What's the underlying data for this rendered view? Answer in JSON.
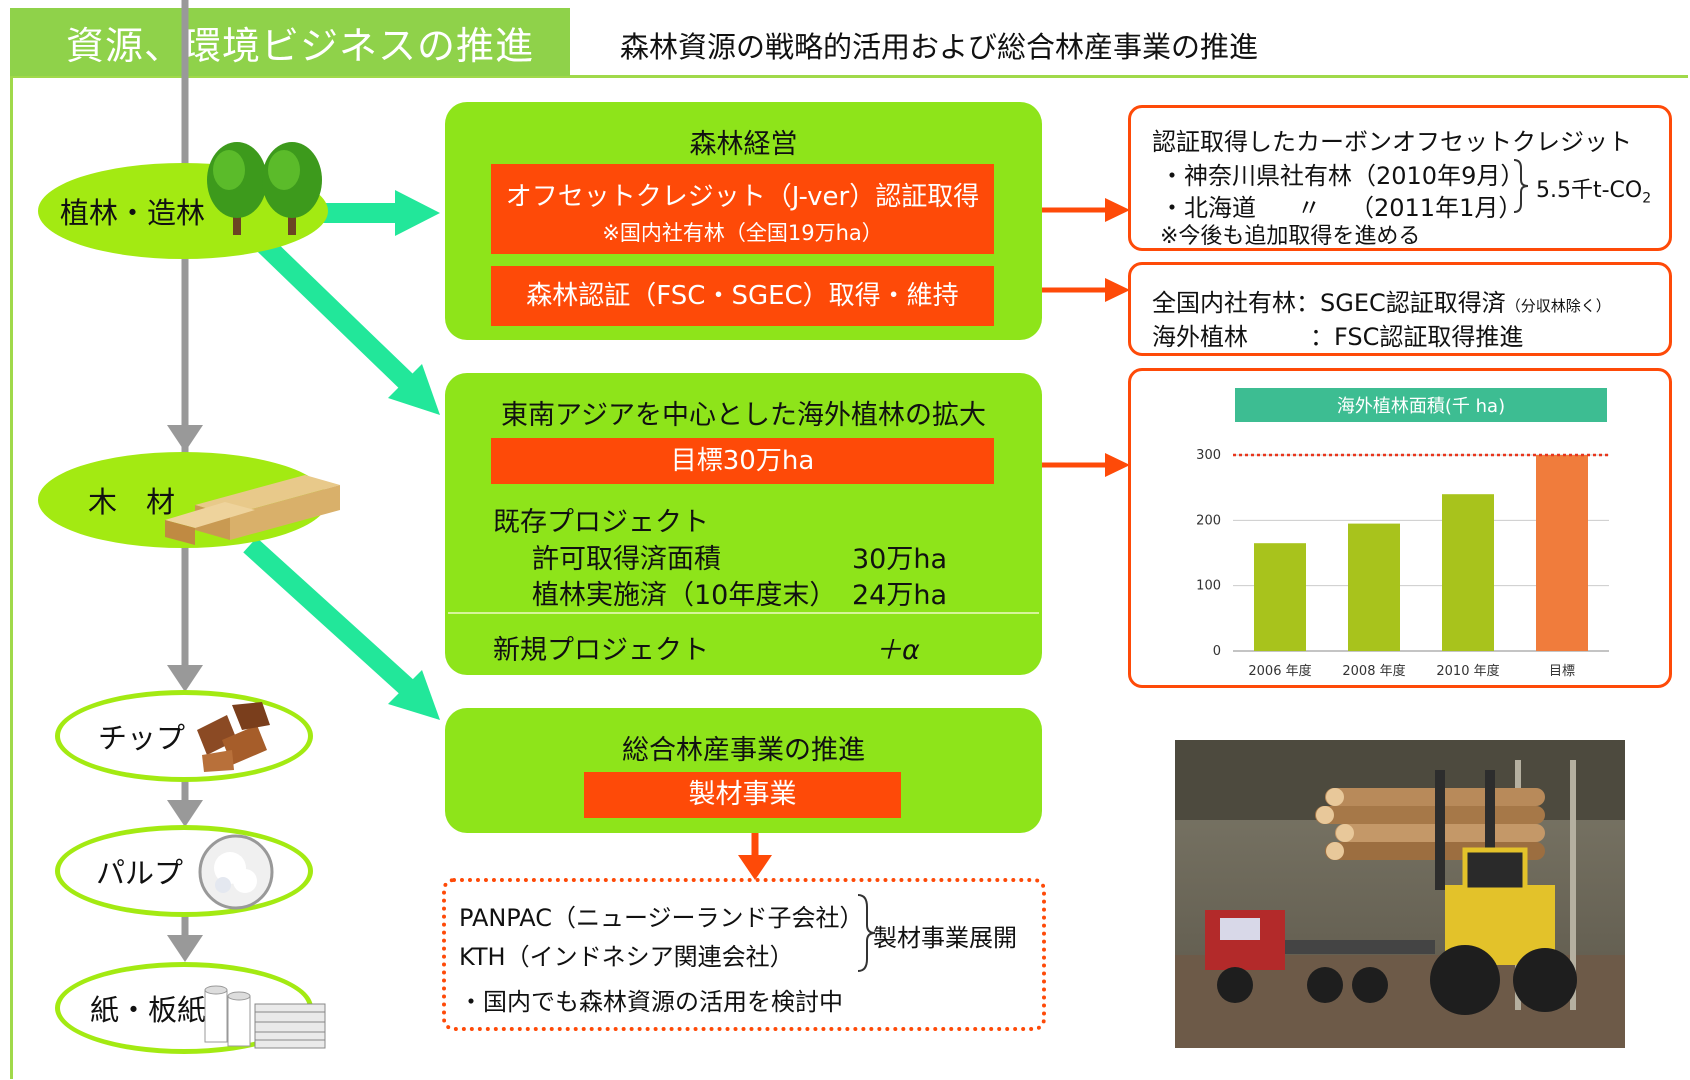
{
  "header": {
    "title": "資源、環境ビジネスの推進",
    "subtitle": "森林資源の戦略的活用および総合林産事業の推進"
  },
  "flow": {
    "stages": [
      "植林・造林",
      "木　材",
      "チップ",
      "パルプ",
      "紙・板紙"
    ]
  },
  "forest_mgmt": {
    "title": "森林経営",
    "offset_bar": {
      "line1": "オフセットクレジット（J-ver）認証取得",
      "line2": "※国内社有林（全国19万ha）"
    },
    "cert_bar": "森林認証（FSC・SGEC）取得・維持"
  },
  "carbon_box": {
    "title": "認証取得したカーボンオフセットクレジット",
    "item1": "・神奈川県社有林（2010年9月）",
    "item2_name": "・北海道",
    "item2_ditto": "〃",
    "item2_date": "（2011年1月）",
    "total": "5.5千t-CO",
    "total_sub": "2",
    "note": "※今後も追加取得を進める"
  },
  "cert_box": {
    "line1": "全国内社有林：SGEC認証取得済",
    "line1_small": "（分収林除く）",
    "line2_label": "海外植林",
    "line2_value": "：FSC認証取得推進"
  },
  "overseas": {
    "title": "東南アジアを中心とした海外植林の拡大",
    "target_bar": "目標30万ha",
    "existing_title": "既存プロジェクト",
    "row1_label": "許可取得済面積",
    "row1_value": "30万ha",
    "row2_label": "植林実施済（10年度末）",
    "row2_value": "24万ha",
    "new_label": "新規プロジェクト",
    "new_value": "＋α"
  },
  "integrated": {
    "title": "総合林産事業の推進",
    "bar": "製材事業"
  },
  "lumber_box": {
    "line1": "PANPAC（ニュージーランド子会社）",
    "line2": "KTH（インドネシア関連会社）",
    "brace_label": "製材事業展開",
    "line3": "・国内でも森林資源の活用を検討中"
  },
  "chart_data": {
    "type": "bar",
    "title": "海外植林面積(千 ha)",
    "categories": [
      "2006 年度",
      "2008 年度",
      "2010 年度",
      "目標"
    ],
    "values": [
      165,
      195,
      240,
      300
    ],
    "ylim": [
      0,
      300
    ],
    "yticks": [
      0,
      100,
      200,
      300
    ],
    "colors": {
      "actual": "#a8c31c",
      "target": "#f07c3c",
      "title_bg": "#3dbd92",
      "target_line": "#e8361c"
    }
  },
  "colors": {
    "green": "#8ee41a",
    "orange": "#fe4a08",
    "teal": "#22e79a",
    "gray": "#999999"
  }
}
